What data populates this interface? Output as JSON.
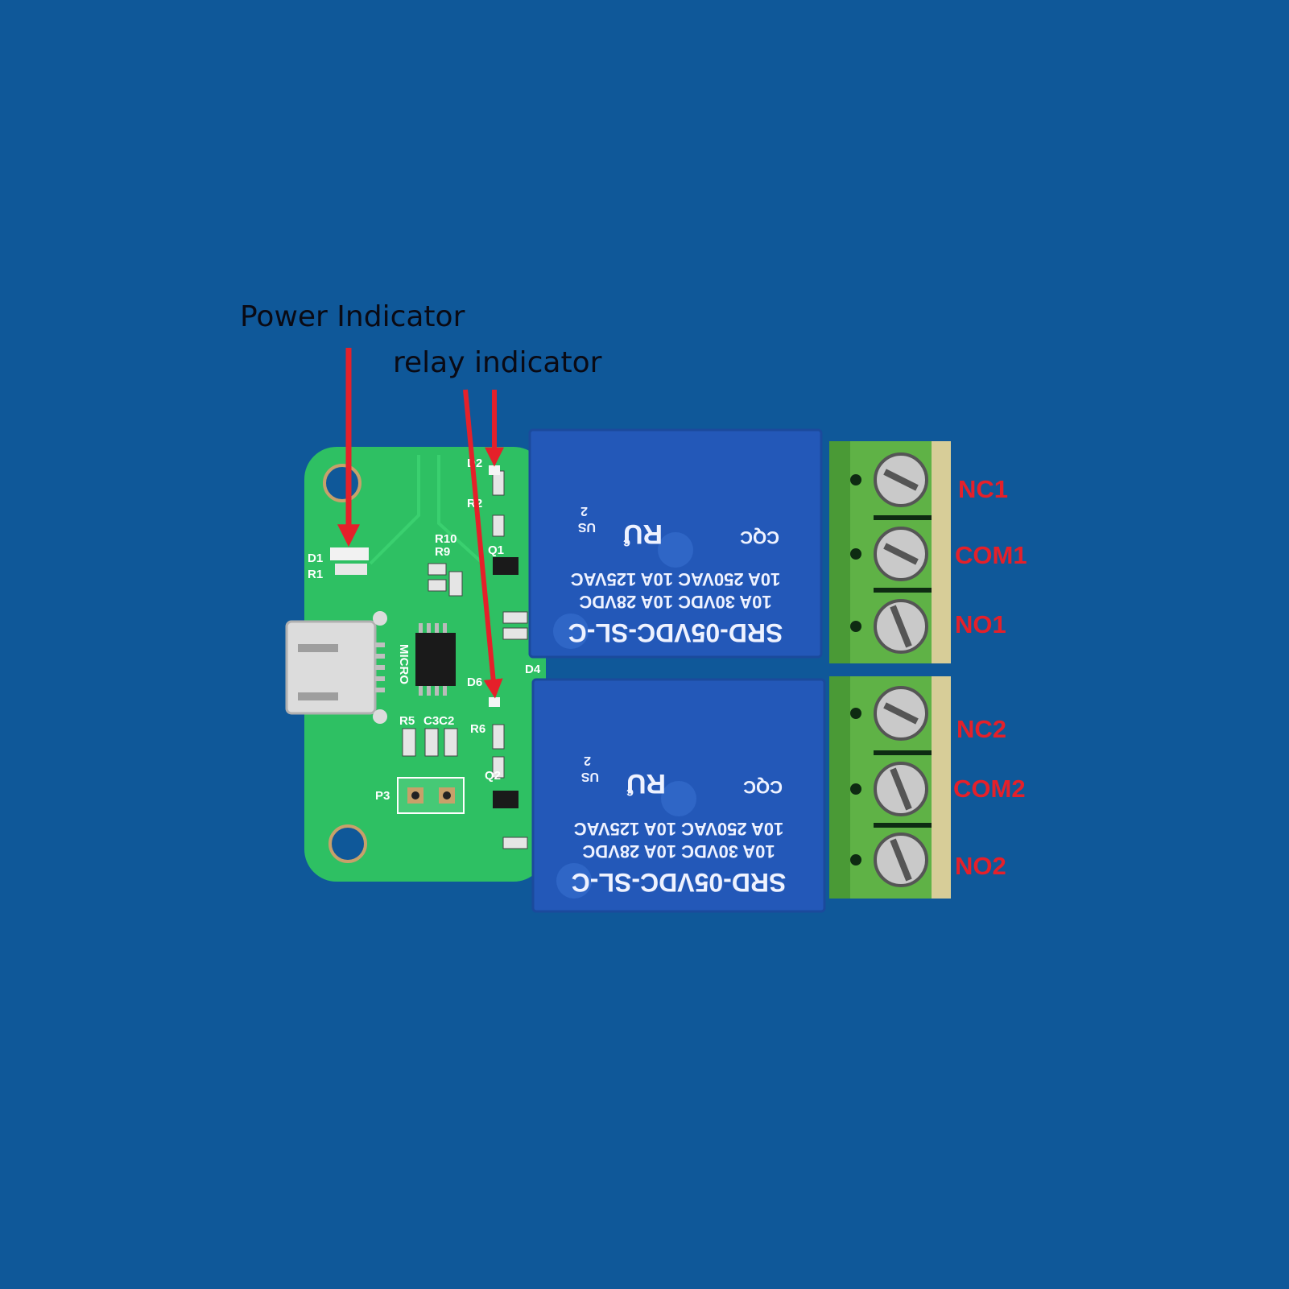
{
  "callouts": {
    "power": "Power Indicator",
    "relay": "relay indicator"
  },
  "relay": {
    "model": "SRD-05VDC-SL-C",
    "rating_1": "10A 250VAC  10A 125VAC",
    "rating_2": "10A 30VDC  10A 28VDC",
    "cert": "CQC",
    "ul_c": "c",
    "ul_us": "US",
    "ul_mark": "RU",
    "pin_no": "2"
  },
  "silkscreen": {
    "micro": "MICRO",
    "p3": "P3",
    "d1": "D1",
    "r1": "R1",
    "r9": "R9",
    "r10": "R10",
    "r2": "R2",
    "d2": "D2",
    "q1": "Q1",
    "q2": "Q2",
    "d4": "D4",
    "d6": "D6",
    "r5": "R5",
    "c3c2": "C3C2",
    "r6": "R6"
  },
  "terminals": [
    "NC1",
    "COM1",
    "NO1",
    "NC2",
    "COM2",
    "NO2"
  ],
  "colors": {
    "background": "#0f5899",
    "pcb": "#2ec063",
    "relay": "#2358b8",
    "terminal_block": "#5fb246",
    "arrow": "#e5202a",
    "terminal_label": "#e5202a"
  }
}
